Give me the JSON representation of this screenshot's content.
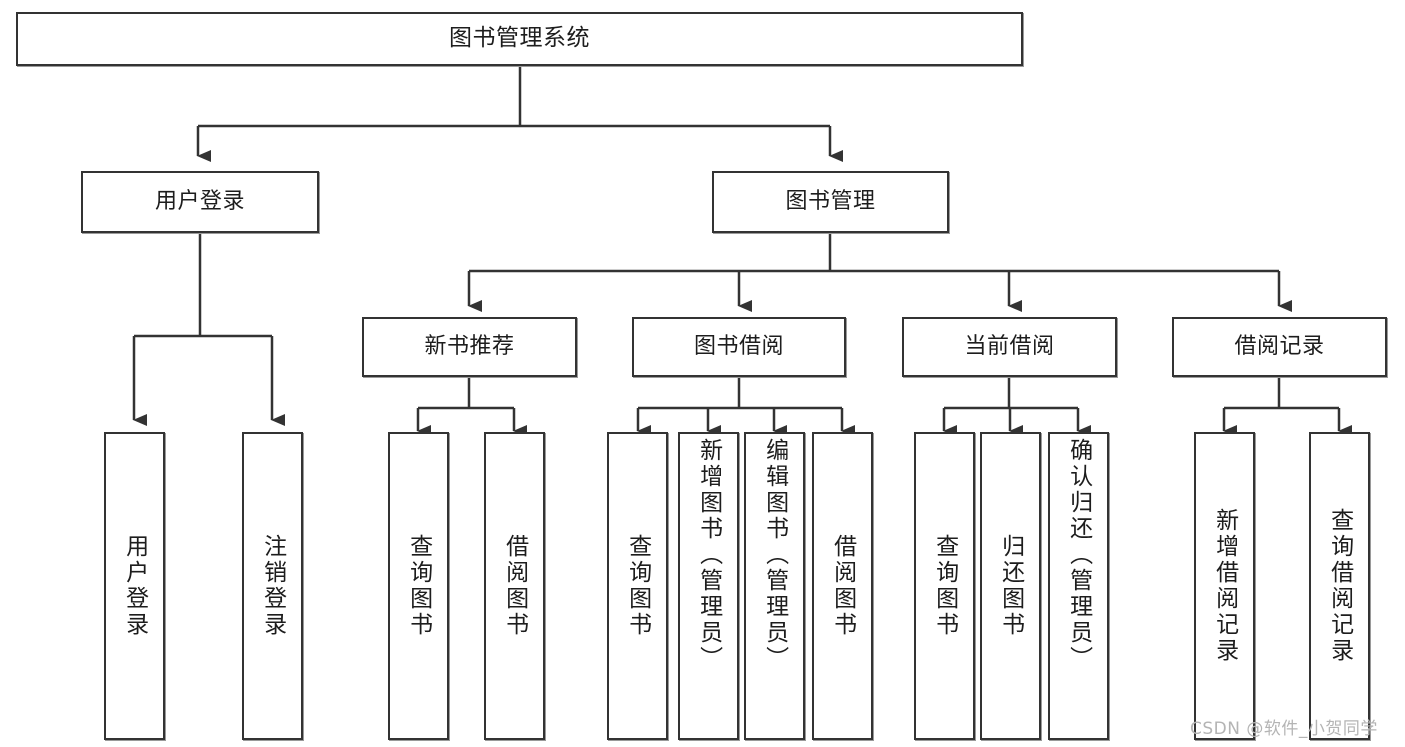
{
  "diagram": {
    "type": "tree-hierarchy",
    "title": "图书管理系统",
    "orientation": "top-down",
    "colors": {
      "box_border": "#333333",
      "box_fill": "#ffffff",
      "edge": "#333333",
      "watermark": "#b4b4b4"
    },
    "levels": 4
  },
  "nodes": {
    "root": {
      "label": "图书管理系统"
    },
    "level2": [
      {
        "id": "user-login",
        "label": "用户登录"
      },
      {
        "id": "book-management",
        "label": "图书管理"
      }
    ],
    "level3": [
      {
        "id": "new-book-recommend",
        "label": "新书推荐"
      },
      {
        "id": "book-borrow",
        "label": "图书借阅"
      },
      {
        "id": "current-borrow",
        "label": "当前借阅"
      },
      {
        "id": "borrow-record",
        "label": "借阅记录"
      }
    ],
    "leaves": {
      "user_login": [
        {
          "id": "leaf-user-login",
          "label": "用户登录"
        },
        {
          "id": "leaf-logout",
          "label": "注销登录"
        }
      ],
      "new_book_recommend": [
        {
          "id": "leaf-query-book-1",
          "label": "查询图书"
        },
        {
          "id": "leaf-borrow-book-1",
          "label": "借阅图书"
        }
      ],
      "book_borrow": [
        {
          "id": "leaf-query-book-2",
          "label": "查询图书"
        },
        {
          "id": "leaf-add-book",
          "label": "新增图书（管理员）"
        },
        {
          "id": "leaf-edit-book",
          "label": "编辑图书（管理员）"
        },
        {
          "id": "leaf-borrow-book-2",
          "label": "借阅图书"
        }
      ],
      "current_borrow": [
        {
          "id": "leaf-query-book-3",
          "label": "查询图书"
        },
        {
          "id": "leaf-return-book",
          "label": "归还图书"
        },
        {
          "id": "leaf-confirm-return",
          "label": "确认归还（管理员）"
        }
      ],
      "borrow_record": [
        {
          "id": "leaf-add-record",
          "label": "新增借阅记录"
        },
        {
          "id": "leaf-query-record",
          "label": "查询借阅记录"
        }
      ]
    }
  },
  "watermark": {
    "text": "CSDN @软件_小贺同学"
  }
}
